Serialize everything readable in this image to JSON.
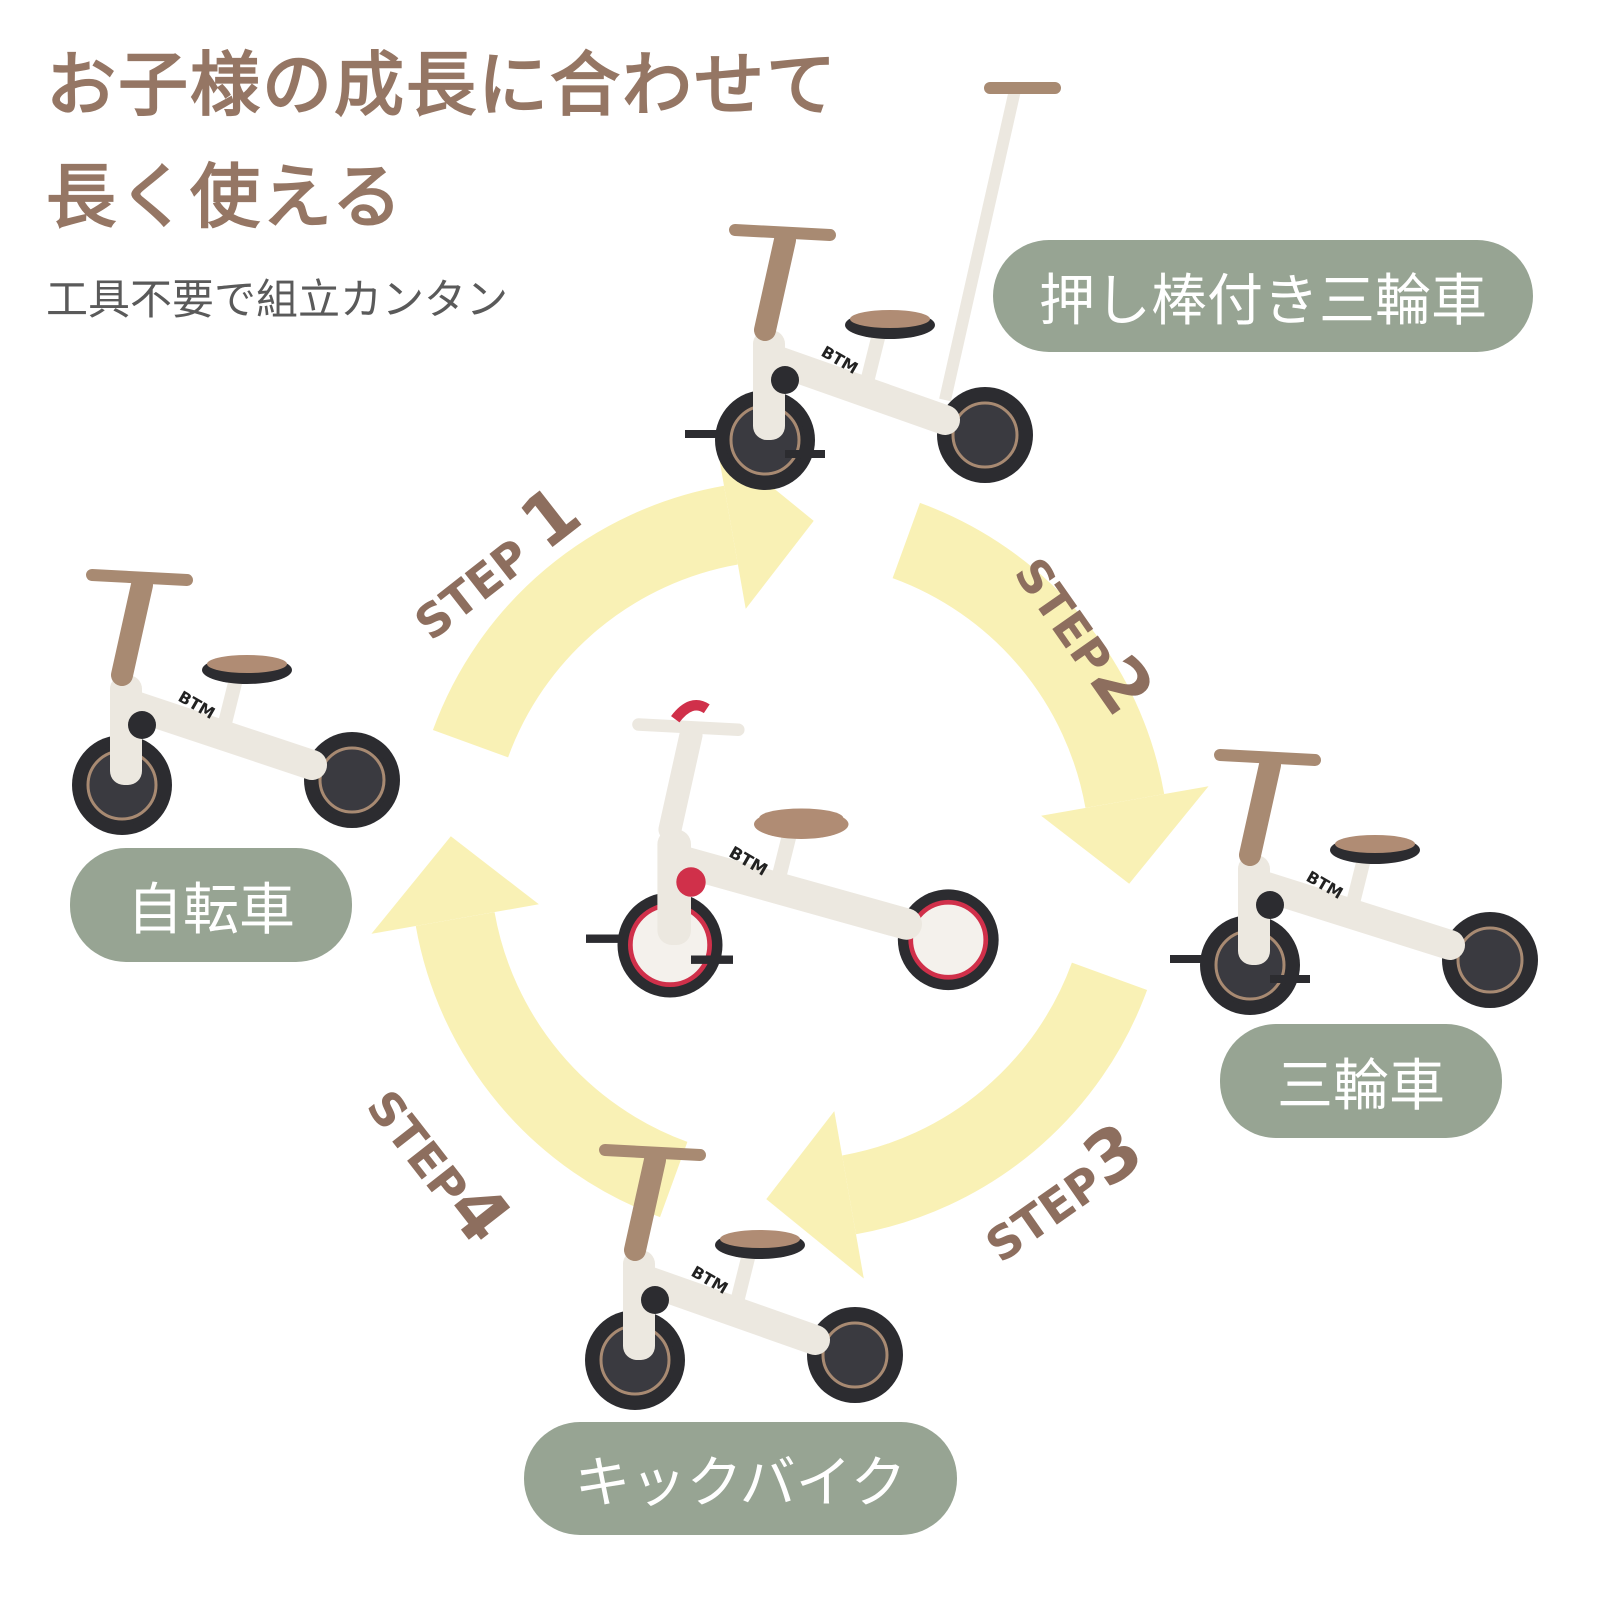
{
  "header": {
    "title_line1": "お子様の成長に合わせて",
    "title_line2": "長く使える",
    "subtitle": "工具不要で組立カンタン"
  },
  "modes": [
    {
      "label": "押し棒付き三輪車"
    },
    {
      "label": "三輪車"
    },
    {
      "label": "キックバイク"
    },
    {
      "label": "自転車"
    }
  ],
  "steps": [
    {
      "word": "STEP",
      "num": "1"
    },
    {
      "word": "STEP",
      "num": "2"
    },
    {
      "word": "STEP",
      "num": "3"
    },
    {
      "word": "STEP",
      "num": "4"
    }
  ],
  "brand": "BTM",
  "colors": {
    "title": "#957664",
    "label_bg": "#97a493",
    "arrow": "#f9f1b5",
    "accent_red": "#d0304a"
  }
}
